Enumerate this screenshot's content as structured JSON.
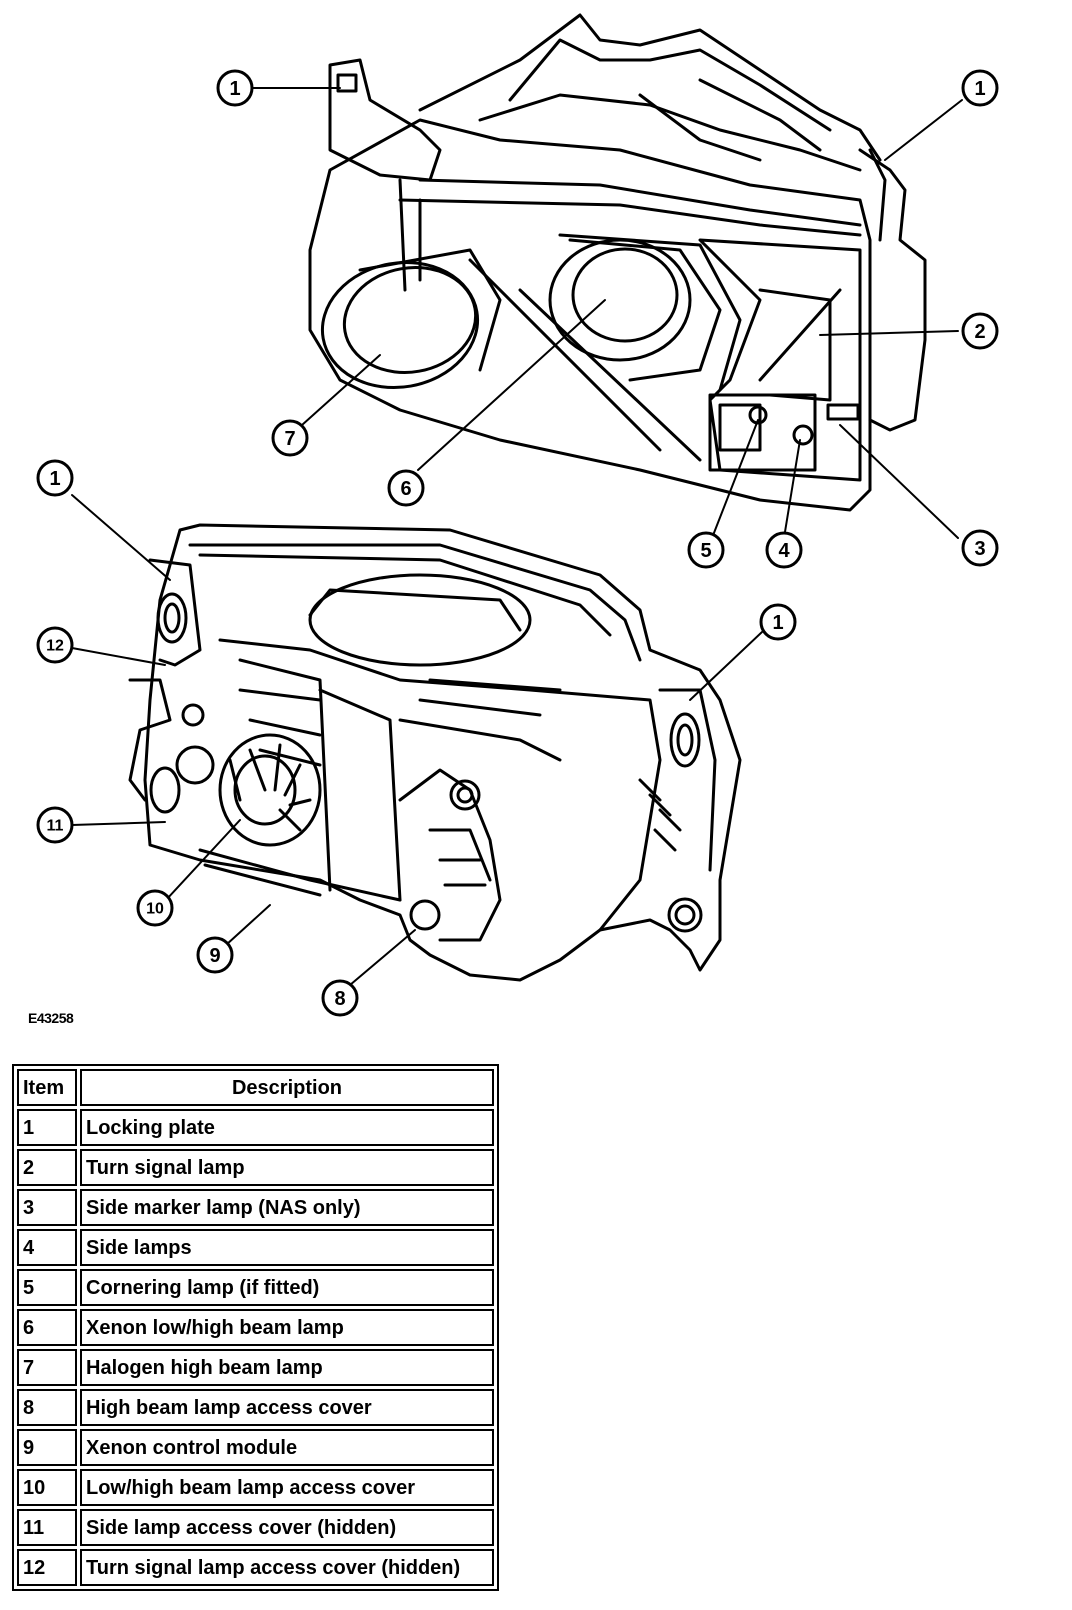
{
  "figure_id": "E43258",
  "callouts": {
    "c1": "1",
    "c2": "2",
    "c3": "3",
    "c4": "4",
    "c5": "5",
    "c6": "6",
    "c7": "7",
    "c8": "8",
    "c9": "9",
    "c10": "10",
    "c11": "11",
    "c12": "12"
  },
  "table": {
    "headers": {
      "item": "Item",
      "description": "Description"
    },
    "rows": [
      {
        "item": "1",
        "description": "Locking plate"
      },
      {
        "item": "2",
        "description": "Turn signal lamp"
      },
      {
        "item": "3",
        "description": "Side marker lamp (NAS only)"
      },
      {
        "item": "4",
        "description": "Side lamps"
      },
      {
        "item": "5",
        "description": "Cornering lamp (if fitted)"
      },
      {
        "item": "6",
        "description": "Xenon low/high beam lamp"
      },
      {
        "item": "7",
        "description": "Halogen high beam lamp"
      },
      {
        "item": "8",
        "description": "High beam lamp access cover"
      },
      {
        "item": "9",
        "description": "Xenon control module"
      },
      {
        "item": "10",
        "description": "Low/high beam lamp access cover"
      },
      {
        "item": "11",
        "description": "Side lamp access cover (hidden)"
      },
      {
        "item": "12",
        "description": "Turn signal lamp access cover (hidden)"
      }
    ]
  }
}
